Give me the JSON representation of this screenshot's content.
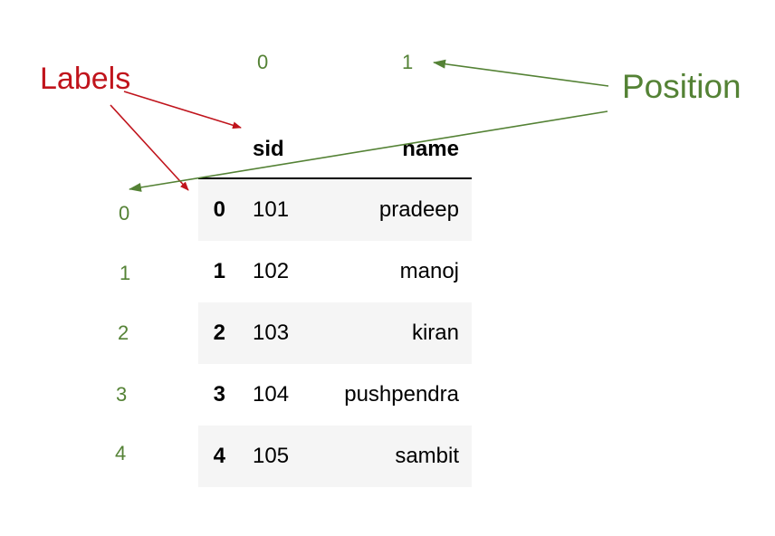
{
  "annotations": {
    "labels_callout": {
      "text": "Labels",
      "color": "#c0141c"
    },
    "position_callout": {
      "text": "Position",
      "color": "#548235"
    }
  },
  "column_positions": [
    "0",
    "1"
  ],
  "row_positions": [
    "0",
    "1",
    "2",
    "3",
    "4"
  ],
  "table": {
    "columns": [
      "sid",
      "name"
    ],
    "rows": [
      {
        "label": "0",
        "sid": "101",
        "name": "pradeep"
      },
      {
        "label": "1",
        "sid": "102",
        "name": "manoj"
      },
      {
        "label": "2",
        "sid": "103",
        "name": "kiran"
      },
      {
        "label": "3",
        "sid": "104",
        "name": "pushpendra"
      },
      {
        "label": "4",
        "sid": "105",
        "name": "sambit"
      }
    ]
  },
  "colors": {
    "labels_red": "#c0141c",
    "position_green": "#548235",
    "stripe": "#f5f5f5"
  }
}
